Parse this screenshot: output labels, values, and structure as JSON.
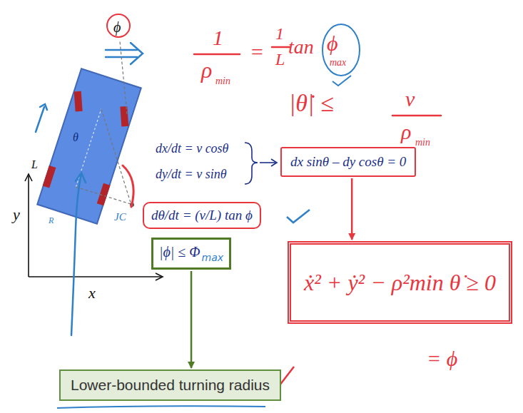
{
  "diagram": {
    "nodes": [
      {
        "text": [
          "dx sinθ – dy cosθ = 0"
        ]
      },
      {
        "text": [
          "ẋ² + ẏ² − ρ²min θ̇ ≥ 0"
        ]
      },
      {
        "text": [
          "dθ/dt = (v/L) tan ϕ"
        ]
      },
      {
        "text": [
          "|ϕ| ≤ Φ",
          "max"
        ]
      },
      {
        "text": [
          "Lower-bounded turning radius"
        ]
      }
    ],
    "edges": [
      {
        "from": 0,
        "to": 1,
        "arrow": "to"
      },
      {
        "from": 3,
        "to": 4,
        "arrow": "to"
      }
    ],
    "labels": [
      "1",
      "ρ",
      "min",
      "=",
      "1",
      "L",
      "tan",
      "ϕ",
      "max",
      "|θ̇| ≤",
      "v",
      "ρ",
      "min",
      "dx/dt = v cosθ",
      "dy/dt = v sinθ",
      "ϕ",
      "L",
      "y",
      "x",
      "θ",
      "R",
      "JC",
      "= ϕ"
    ]
  }
}
